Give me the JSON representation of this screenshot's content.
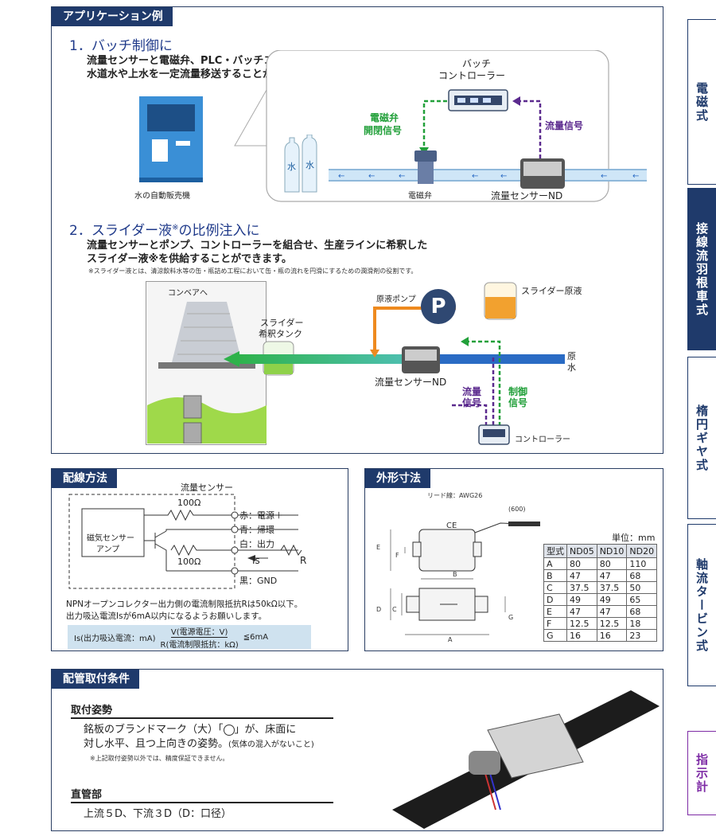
{
  "app_panel": {
    "title": "アプリケーション例",
    "s1": {
      "heading": "1．バッチ制御に",
      "desc1": "流量センサーと電磁弁、PLC・バッチコントローラーを組合せ、",
      "desc2": "水道水や上水を一定流量移送することができます。",
      "vending": "水の自動販売機",
      "batch1": "バッチ",
      "batch2": "コントローラー",
      "valve_sig1": "電磁弁",
      "valve_sig2": "開閉信号",
      "flow_sig": "流量信号",
      "valve": "電磁弁",
      "sensor": "流量センサーND",
      "water": "水"
    },
    "s2": {
      "heading": "2．スライダー液",
      "heading_mark": "※",
      "heading_tail": "の比例注入に",
      "desc1": "流量センサーとポンプ、コントローラーを組合せ、生産ラインに希釈した",
      "desc2": "スライダー液※を供給することができます。",
      "note": "※スライダー液とは、清涼飲料水等の缶・瓶詰め工程において缶・瓶の流れを円滑にするための潤滑剤の役割です。",
      "conveyor": "コンベアへ",
      "tank1": "スライダー",
      "tank2": "希釈タンク",
      "pump": "原液ポンプ",
      "pump_letter": "P",
      "stock": "スライダー原液",
      "raw1": "原",
      "raw2": "水",
      "sensor": "流量センサーND",
      "flow1": "流量",
      "flow2": "信号",
      "ctrl1": "制御",
      "ctrl2": "信号",
      "controller": "コントローラー"
    }
  },
  "wiring": {
    "title": "配線方法",
    "sensor_label": "流量センサー",
    "r1": "100Ω",
    "r2": "100Ω",
    "amp1": "磁気センサー",
    "amp2": "アンプ",
    "red": "赤：電源＋",
    "blue": "青：帰環",
    "white": "白：出力",
    "black": "黒：GND",
    "is": "Is",
    "r": "R",
    "note1": "NPNオープンコレクター出力側の電流制限抵抗Rは50kΩ以下。",
    "note2": "出力吸込電流Isが6mA以内になるようお願いします。",
    "formula_left": "Is(出力吸込電流：mA)",
    "formula_num": "V(電源電圧：V)",
    "formula_den": "R(電流制限抵抗：kΩ)",
    "formula_right": "≦6mA"
  },
  "dims": {
    "title": "外形寸法",
    "lead": "リード線：AWG26",
    "cable": "(600)",
    "unit": "単位：mm",
    "ce": "CE",
    "headers": [
      "型式",
      "ND05",
      "ND10",
      "ND20"
    ],
    "rows": [
      [
        "A",
        "80",
        "80",
        "110"
      ],
      [
        "B",
        "47",
        "47",
        "68"
      ],
      [
        "C",
        "37.5",
        "37.5",
        "50"
      ],
      [
        "D",
        "49",
        "49",
        "65"
      ],
      [
        "E",
        "47",
        "47",
        "68"
      ],
      [
        "F",
        "12.5",
        "12.5",
        "18"
      ],
      [
        "G",
        "16",
        "16",
        "23"
      ]
    ],
    "letters": {
      "a": "A",
      "b": "B",
      "c": "C",
      "d": "D",
      "e": "E",
      "f": "F",
      "g": "G"
    }
  },
  "mount": {
    "title": "配管取付条件",
    "h1": "取付姿勢",
    "t1a": "銘板のブランドマーク（大）「",
    "t1b": "」が、床面に",
    "t2": "対し水平、且つ上向きの姿勢。",
    "t2s": "(気体の混入がないこと)",
    "t3": "※上記取付姿勢以外では、精度保証できません。",
    "h2": "直管部",
    "t4": "上流５D、下流３D（D：口径）"
  },
  "tabs": [
    "電磁式",
    "接線流羽根車式",
    "楕円ギヤ式",
    "軸流タービン式",
    "指示計"
  ],
  "colors": {
    "navy": "#1f3a6b",
    "green": "#22a03a",
    "purple": "#5b2a8e",
    "orange": "#ee8a1f",
    "blue": "#2a6bc4"
  }
}
